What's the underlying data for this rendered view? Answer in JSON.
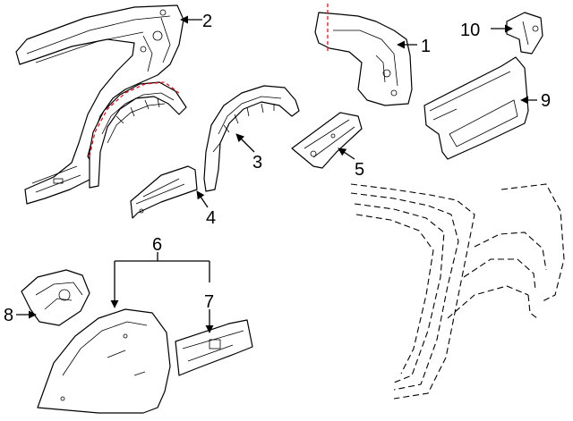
{
  "callouts": [
    {
      "id": "1",
      "label": "1"
    },
    {
      "id": "2",
      "label": "2"
    },
    {
      "id": "3",
      "label": "3"
    },
    {
      "id": "4",
      "label": "4"
    },
    {
      "id": "5",
      "label": "5"
    },
    {
      "id": "6",
      "label": "6"
    },
    {
      "id": "7",
      "label": "7"
    },
    {
      "id": "8",
      "label": "8"
    },
    {
      "id": "9",
      "label": "9"
    },
    {
      "id": "10",
      "label": "10"
    }
  ],
  "colors": {
    "line": "#000000",
    "highlight": "#e0141e",
    "background": "#ffffff"
  }
}
